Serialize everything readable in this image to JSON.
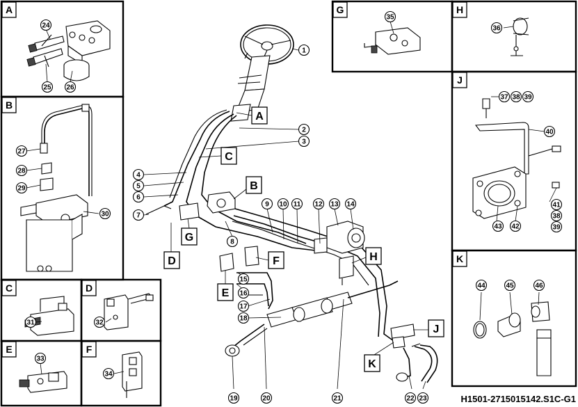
{
  "drawing_code": "H1501-2715015142.S1C-G1",
  "detail_panels": [
    "A",
    "B",
    "C",
    "D",
    "E",
    "F",
    "G",
    "H",
    "J",
    "K"
  ],
  "main_callouts": [
    "A",
    "B",
    "C",
    "D",
    "E",
    "F",
    "G",
    "H",
    "J",
    "K"
  ],
  "part_numbers": [
    "1",
    "2",
    "3",
    "4",
    "5",
    "6",
    "7",
    "8",
    "9",
    "10",
    "11",
    "12",
    "13",
    "14",
    "15",
    "16",
    "17",
    "18",
    "19",
    "20",
    "21",
    "22",
    "23",
    "24",
    "25",
    "26",
    "27",
    "28",
    "29",
    "30",
    "31",
    "32",
    "33",
    "34",
    "35",
    "36",
    "37",
    "38",
    "39",
    "40",
    "41",
    "42",
    "43",
    "44",
    "45",
    "46"
  ],
  "j_extra_labels": {
    "l1": "37",
    "l2": "38",
    "l3": "39",
    "r1": "38",
    "r2": "39"
  }
}
